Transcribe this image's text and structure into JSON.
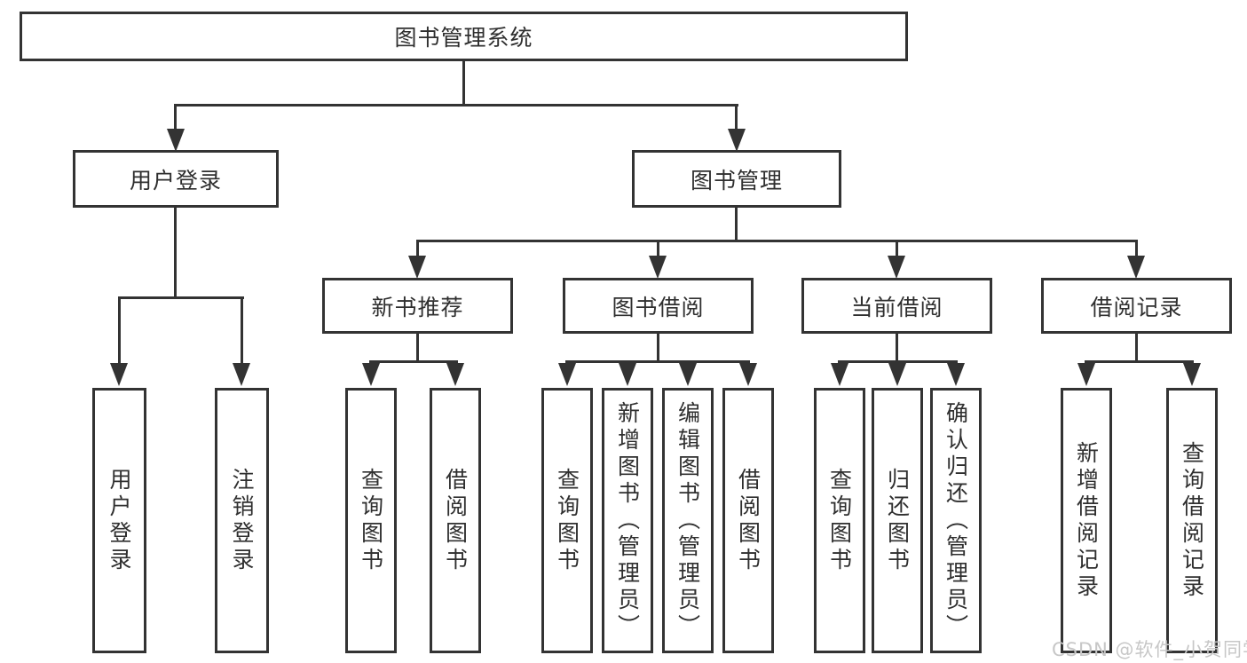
{
  "tree": {
    "root": {
      "label": "图书管理系统",
      "children": [
        {
          "label": "用户登录",
          "children": [
            {
              "label": "用户登录"
            },
            {
              "label": "注销登录"
            }
          ]
        },
        {
          "label": "图书管理",
          "children": [
            {
              "label": "新书推荐",
              "children": [
                {
                  "label": "查询图书"
                },
                {
                  "label": "借阅图书"
                }
              ]
            },
            {
              "label": "图书借阅",
              "children": [
                {
                  "label": "查询图书"
                },
                {
                  "label": "新增图书（管理员）"
                },
                {
                  "label": "编辑图书（管理员）"
                },
                {
                  "label": "借阅图书"
                }
              ]
            },
            {
              "label": "当前借阅",
              "children": [
                {
                  "label": "查询图书"
                },
                {
                  "label": "归还图书"
                },
                {
                  "label": "确认归还（管理员）"
                }
              ]
            },
            {
              "label": "借阅记录",
              "children": [
                {
                  "label": "新增借阅记录"
                },
                {
                  "label": "查询借阅记录"
                }
              ]
            }
          ]
        }
      ]
    }
  },
  "watermark": {
    "text": "CSDN @软件_小贺同学"
  },
  "colors": {
    "line": "#333333",
    "text": "#2f2f2f",
    "watermark": "#c7c7c7",
    "background": "#ffffff"
  }
}
